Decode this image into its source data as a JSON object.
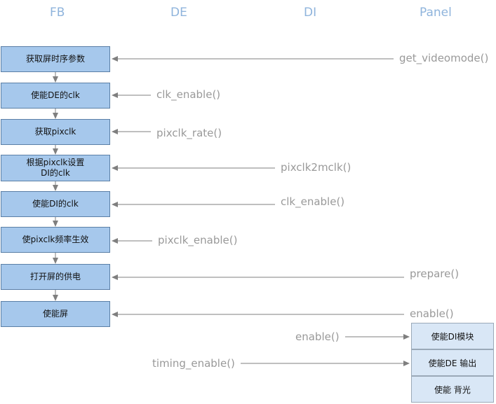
{
  "columns": [
    "FB",
    "DE",
    "DI",
    "Panel"
  ],
  "fb_steps": [
    "获取屏时序参数",
    "使能DE的clk",
    "获取pixclk",
    "根据pixclk设置\nDI的clk",
    "使能DI的clk",
    "使pixclk频率生效",
    "打开屏的供电",
    "使能屏"
  ],
  "calls": [
    "get_videomode()",
    "clk_enable()",
    "pixclk_rate()",
    "pixclk2mclk()",
    "clk_enable()",
    "pixclk_enable()",
    "prepare()",
    "enable()"
  ],
  "panel_steps": [
    "使能DI模块",
    "使能DE 输出",
    "使能 背光"
  ],
  "panel_calls": [
    "enable()",
    "timing_enable()"
  ],
  "colors": {
    "header": "#8fb4dc",
    "box_fill": "#a6c8ec",
    "panel_box_fill": "#d9e7f6",
    "arrow": "#7f7f7f",
    "call_text": "#999999"
  }
}
